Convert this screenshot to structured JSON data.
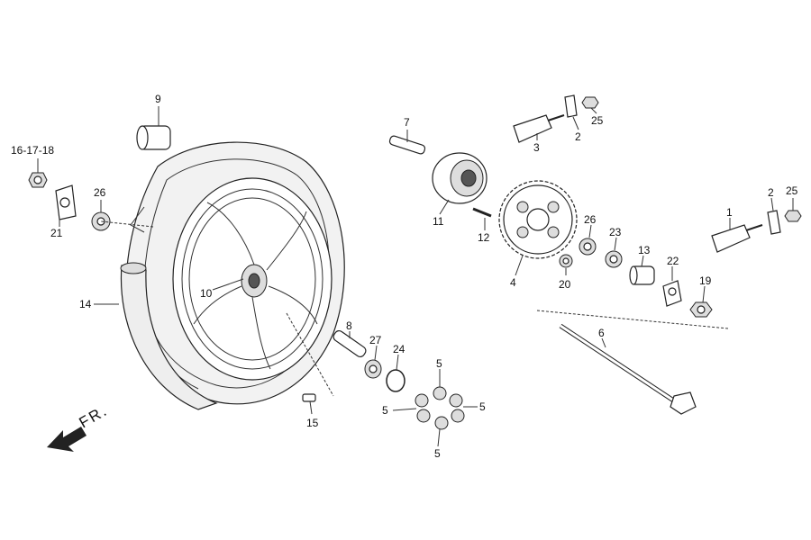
{
  "labels": {
    "p9": "9",
    "p16_18": "16-17-18",
    "p26_left": "26",
    "p21": "21",
    "p10": "10",
    "p14": "14",
    "p7": "7",
    "p3": "3",
    "p2_top": "2",
    "p25_top": "25",
    "p11": "11",
    "p12": "12",
    "p4": "4",
    "p26_right": "26",
    "p23": "23",
    "p13": "13",
    "p22": "22",
    "p20": "20",
    "p1": "1",
    "p2_right": "2",
    "p25_right": "25",
    "p19": "19",
    "p6": "6",
    "p8": "8",
    "p27": "27",
    "p24": "24",
    "p15": "15",
    "p5_top": "5",
    "p5_left": "5",
    "p5_right": "5",
    "p5_bottom": "5"
  },
  "direction": {
    "text": "FR.",
    "icon": "arrow-down-left-icon"
  }
}
